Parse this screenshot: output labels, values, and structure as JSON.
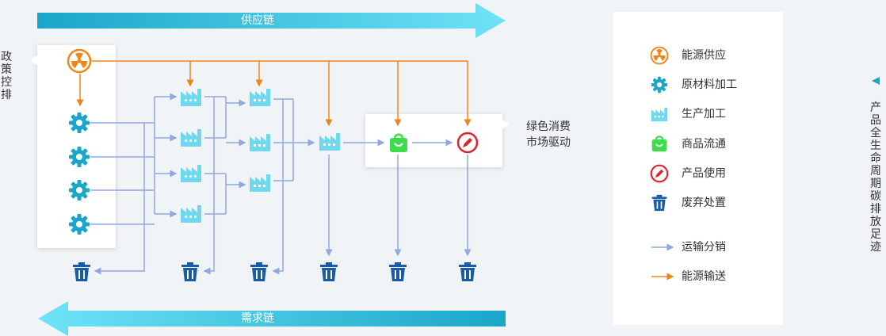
{
  "supply_chain_label": "供应链",
  "demand_chain_label": "需求链",
  "policy_text": "政策控排",
  "market_text_line1": "绿色消费",
  "market_text_line2": "市场驱动",
  "lifecycle_text": "产品全生命周期碳排放足迹",
  "legend": [
    {
      "icon": "energy-supply-icon",
      "label": "能源供应"
    },
    {
      "icon": "gear-icon",
      "label": "原材料加工"
    },
    {
      "icon": "factory-icon",
      "label": "生产加工"
    },
    {
      "icon": "shopping-bag-icon",
      "label": "商品流通"
    },
    {
      "icon": "pen-icon",
      "label": "产品使用"
    },
    {
      "icon": "trash-icon",
      "label": "废弃处置"
    }
  ],
  "line_legend": [
    {
      "type": "transport",
      "label": "运输分销",
      "color": "#8fa8e0"
    },
    {
      "type": "energy",
      "label": "能源输送",
      "color": "#f0861a"
    }
  ],
  "colors": {
    "energy": "#f0861a",
    "gear": "#1aa6c9",
    "factory": "#6fd8ef",
    "bag": "#3ddc4a",
    "pen": "#e0232b",
    "trash": "#1a5ba6",
    "arrow_dark": "#1aa6c9",
    "arrow_light": "#6fe3f7"
  }
}
